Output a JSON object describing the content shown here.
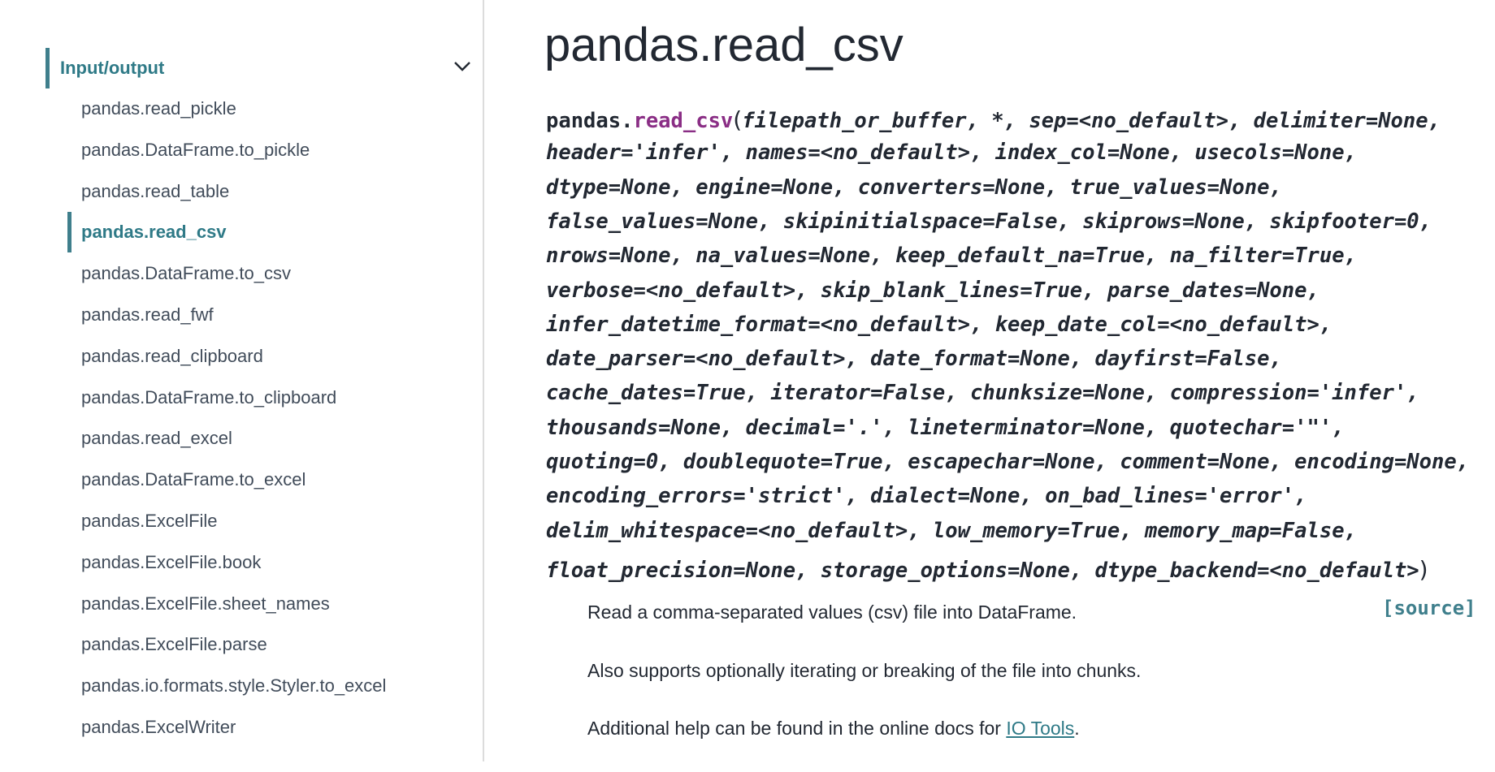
{
  "sidebar": {
    "section_label": "Input/output",
    "items": [
      {
        "label": "pandas.read_pickle"
      },
      {
        "label": "pandas.DataFrame.to_pickle"
      },
      {
        "label": "pandas.read_table"
      },
      {
        "label": "pandas.read_csv",
        "active": true
      },
      {
        "label": "pandas.DataFrame.to_csv"
      },
      {
        "label": "pandas.read_fwf"
      },
      {
        "label": "pandas.read_clipboard"
      },
      {
        "label": "pandas.DataFrame.to_clipboard"
      },
      {
        "label": "pandas.read_excel"
      },
      {
        "label": "pandas.DataFrame.to_excel"
      },
      {
        "label": "pandas.ExcelFile"
      },
      {
        "label": "pandas.ExcelFile.book"
      },
      {
        "label": "pandas.ExcelFile.sheet_names"
      },
      {
        "label": "pandas.ExcelFile.parse"
      },
      {
        "label": "pandas.io.formats.style.Styler.to_excel"
      },
      {
        "label": "pandas.ExcelWriter"
      }
    ]
  },
  "main": {
    "title": "pandas.read_csv",
    "signature": {
      "module": "pandas.",
      "name": "read_csv",
      "open_paren": "(",
      "close_paren": ")",
      "first_line_params": "filepath_or_buffer, *, sep=<no_default>, delimiter=None,",
      "lines": [
        "header='infer', names=<no_default>, index_col=None, usecols=None,",
        "dtype=None, engine=None, converters=None, true_values=None,",
        "false_values=None, skipinitialspace=False, skiprows=None, skipfooter=0,",
        "nrows=None, na_values=None, keep_default_na=True, na_filter=True,",
        "verbose=<no_default>, skip_blank_lines=True, parse_dates=None,",
        "infer_datetime_format=<no_default>, keep_date_col=<no_default>,",
        "date_parser=<no_default>, date_format=None, dayfirst=False,",
        "cache_dates=True, iterator=False, chunksize=None, compression='infer',",
        "thousands=None, decimal='.', lineterminator=None, quotechar='\"',",
        "quoting=0, doublequote=True, escapechar=None, comment=None, encoding=None,",
        "encoding_errors='strict', dialect=None, on_bad_lines='error',",
        "delim_whitespace=<no_default>, low_memory=True, memory_map=False,"
      ],
      "last_line_params": "float_precision=None, storage_options=None, dtype_backend=<no_default>"
    },
    "source_link": "[source]",
    "description": [
      "Read a comma-separated values (csv) file into DataFrame.",
      "Also supports optionally iterating or breaking of the file into chunks."
    ],
    "help_prefix": "Additional help can be found in the online docs for ",
    "help_link": "IO Tools",
    "help_suffix": "."
  }
}
